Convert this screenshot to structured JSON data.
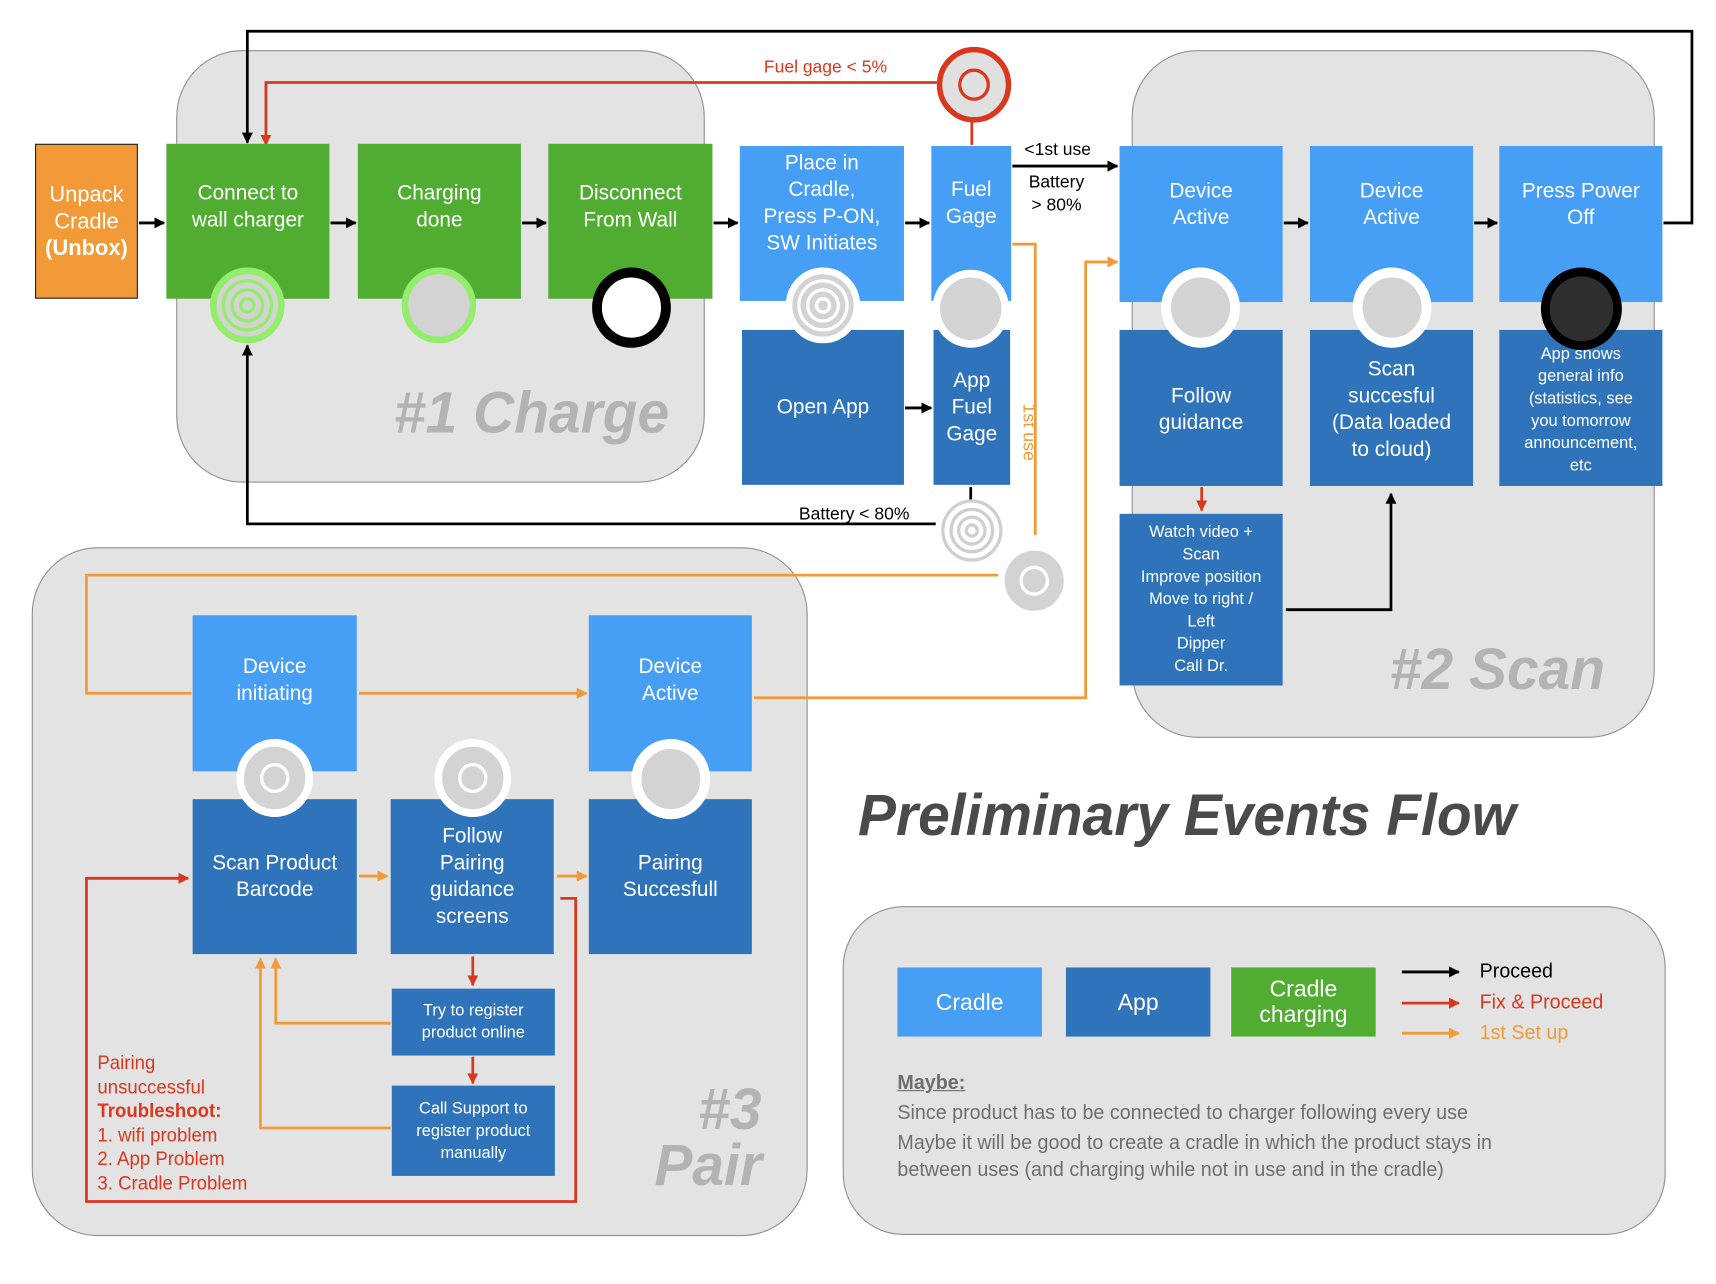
{
  "title": "Preliminary Events Flow",
  "groups": {
    "charge": "#1 Charge",
    "scan": "#2 Scan",
    "pair_1": "#3",
    "pair_2": "Pair"
  },
  "unbox": {
    "line1": "Unpack",
    "line2": "Cradle",
    "line3": "(Unbox)"
  },
  "boxes": {
    "connect": "Connect to\nwall charger",
    "charging_done": "Charging\ndone",
    "disconnect": "Disconnect\nFrom Wall",
    "place": "Place in\nCradle,\nPress P-ON,\nSW Initiates",
    "open_app": "Open App",
    "fuel_gage": "Fuel\nGage",
    "app_fuel_gage": "App\nFuel\nGage",
    "device_active_1": "Device\nActive",
    "follow_guidance": "Follow\nguidance",
    "watch_video": "Watch video +\nScan\nImprove position\nMove to right /\nLeft\nDipper\nCall Dr.",
    "device_active_2": "Device\nActive",
    "scan_success": "Scan\nsuccesful\n(Data loaded\nto cloud)",
    "press_power": "Press Power\nOff",
    "app_shows": "App shows\ngeneral info\n(statistics, see\nyou tomorrow\nannouncement,\netc",
    "device_initiating": "Device\ninitiating",
    "device_active_3": "Device\nActive",
    "scan_barcode": "Scan Product\nBarcode",
    "follow_pairing": "Follow\nPairing\nguidance\nscreens",
    "pairing_success": "Pairing\nSuccesfull",
    "try_register": "Try to register\nproduct online",
    "call_support": "Call Support to\nregister product\nmanually"
  },
  "edge_labels": {
    "fuel_low": "Fuel gage < 5%",
    "first_use": "<1st use",
    "battery_high": "Battery\n> 80%",
    "battery_low": "Battery < 80%",
    "first_use_vertical": "1st use"
  },
  "troubleshoot": {
    "line1": "Pairing",
    "line2": "unsuccessful",
    "heading": "Troubleshoot:",
    "items": [
      "1. wifi problem",
      "2. App Problem",
      "3. Cradle Problem"
    ]
  },
  "legend": {
    "cradle": "Cradle",
    "app": "App",
    "cradle_charging": "Cradle\ncharging",
    "proceed": "Proceed",
    "fix_proceed": "Fix & Proceed",
    "first_setup": "1st Set up"
  },
  "maybe": {
    "heading": "Maybe:",
    "line1": "Since product has to be connected to charger following every use",
    "line2": "Maybe it will be good to create a cradle in which the product stays in",
    "line3": "between uses  (and charging while not in use and in the cradle)"
  },
  "colors": {
    "cradle": "#479ef5",
    "app": "#2f73bb",
    "cradle_charging": "#51ad32",
    "unbox": "#f39a38",
    "proceed": "#000000",
    "fix_proceed": "#d9381e",
    "first_setup": "#f39a38",
    "group_fill": "#e3e3e3"
  },
  "icons": {
    "led_pulse": "concentric-rings-icon",
    "led_solid": "solid-circle-icon",
    "led_ring": "ring-icon",
    "arrow": "arrow-icon"
  }
}
